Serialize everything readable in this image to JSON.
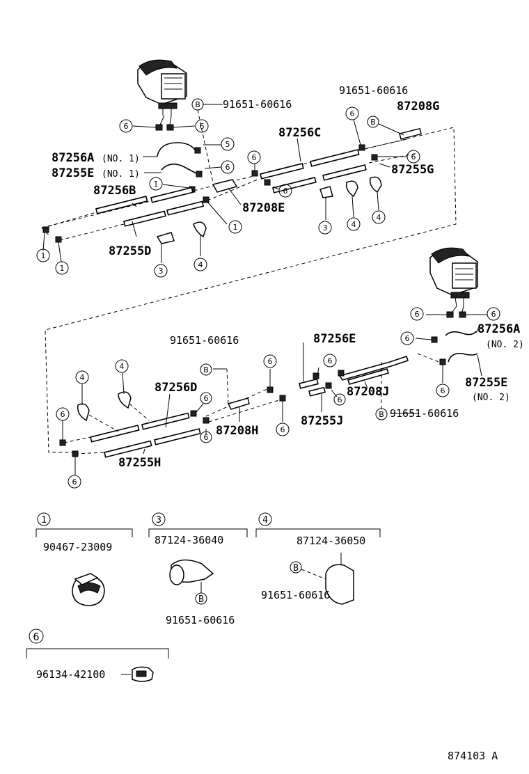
{
  "top": {
    "p87256A": "87256A",
    "no1a": "(NO. 1)",
    "p87255E": "87255E",
    "no1b": "(NO. 1)",
    "p87256B": "87256B",
    "p87255D": "87255D",
    "p87208E": "87208E",
    "b1": "91651-60616",
    "p87256C": "87256C",
    "b2": "91651-60616",
    "p87208G": "87208G",
    "p87255G": "87255G"
  },
  "bottom": {
    "b3": "91651-60616",
    "p87256D": "87256D",
    "p87255H": "87255H",
    "p87208H": "87208H",
    "p87256E": "87256E",
    "p87255J": "87255J",
    "p87208J": "87208J",
    "b4": "91651-60616",
    "p87256A": "87256A",
    "no2a": "(NO. 2)",
    "p87255E": "87255E",
    "no2b": "(NO. 2)"
  },
  "markers": {
    "one": "1",
    "three": "3",
    "four": "4",
    "six": "6",
    "b": "B"
  },
  "legend": {
    "k1": "1",
    "k1_part": "90467-23009",
    "k3": "3",
    "k3_part": "87124-36040",
    "k3_bolt": "91651-60616",
    "k4": "4",
    "k4_part": "87124-36050",
    "k4_bolt": "91651-60616",
    "k6": "6",
    "k6_part": "96134-42100"
  },
  "figure_code": "874103 A"
}
